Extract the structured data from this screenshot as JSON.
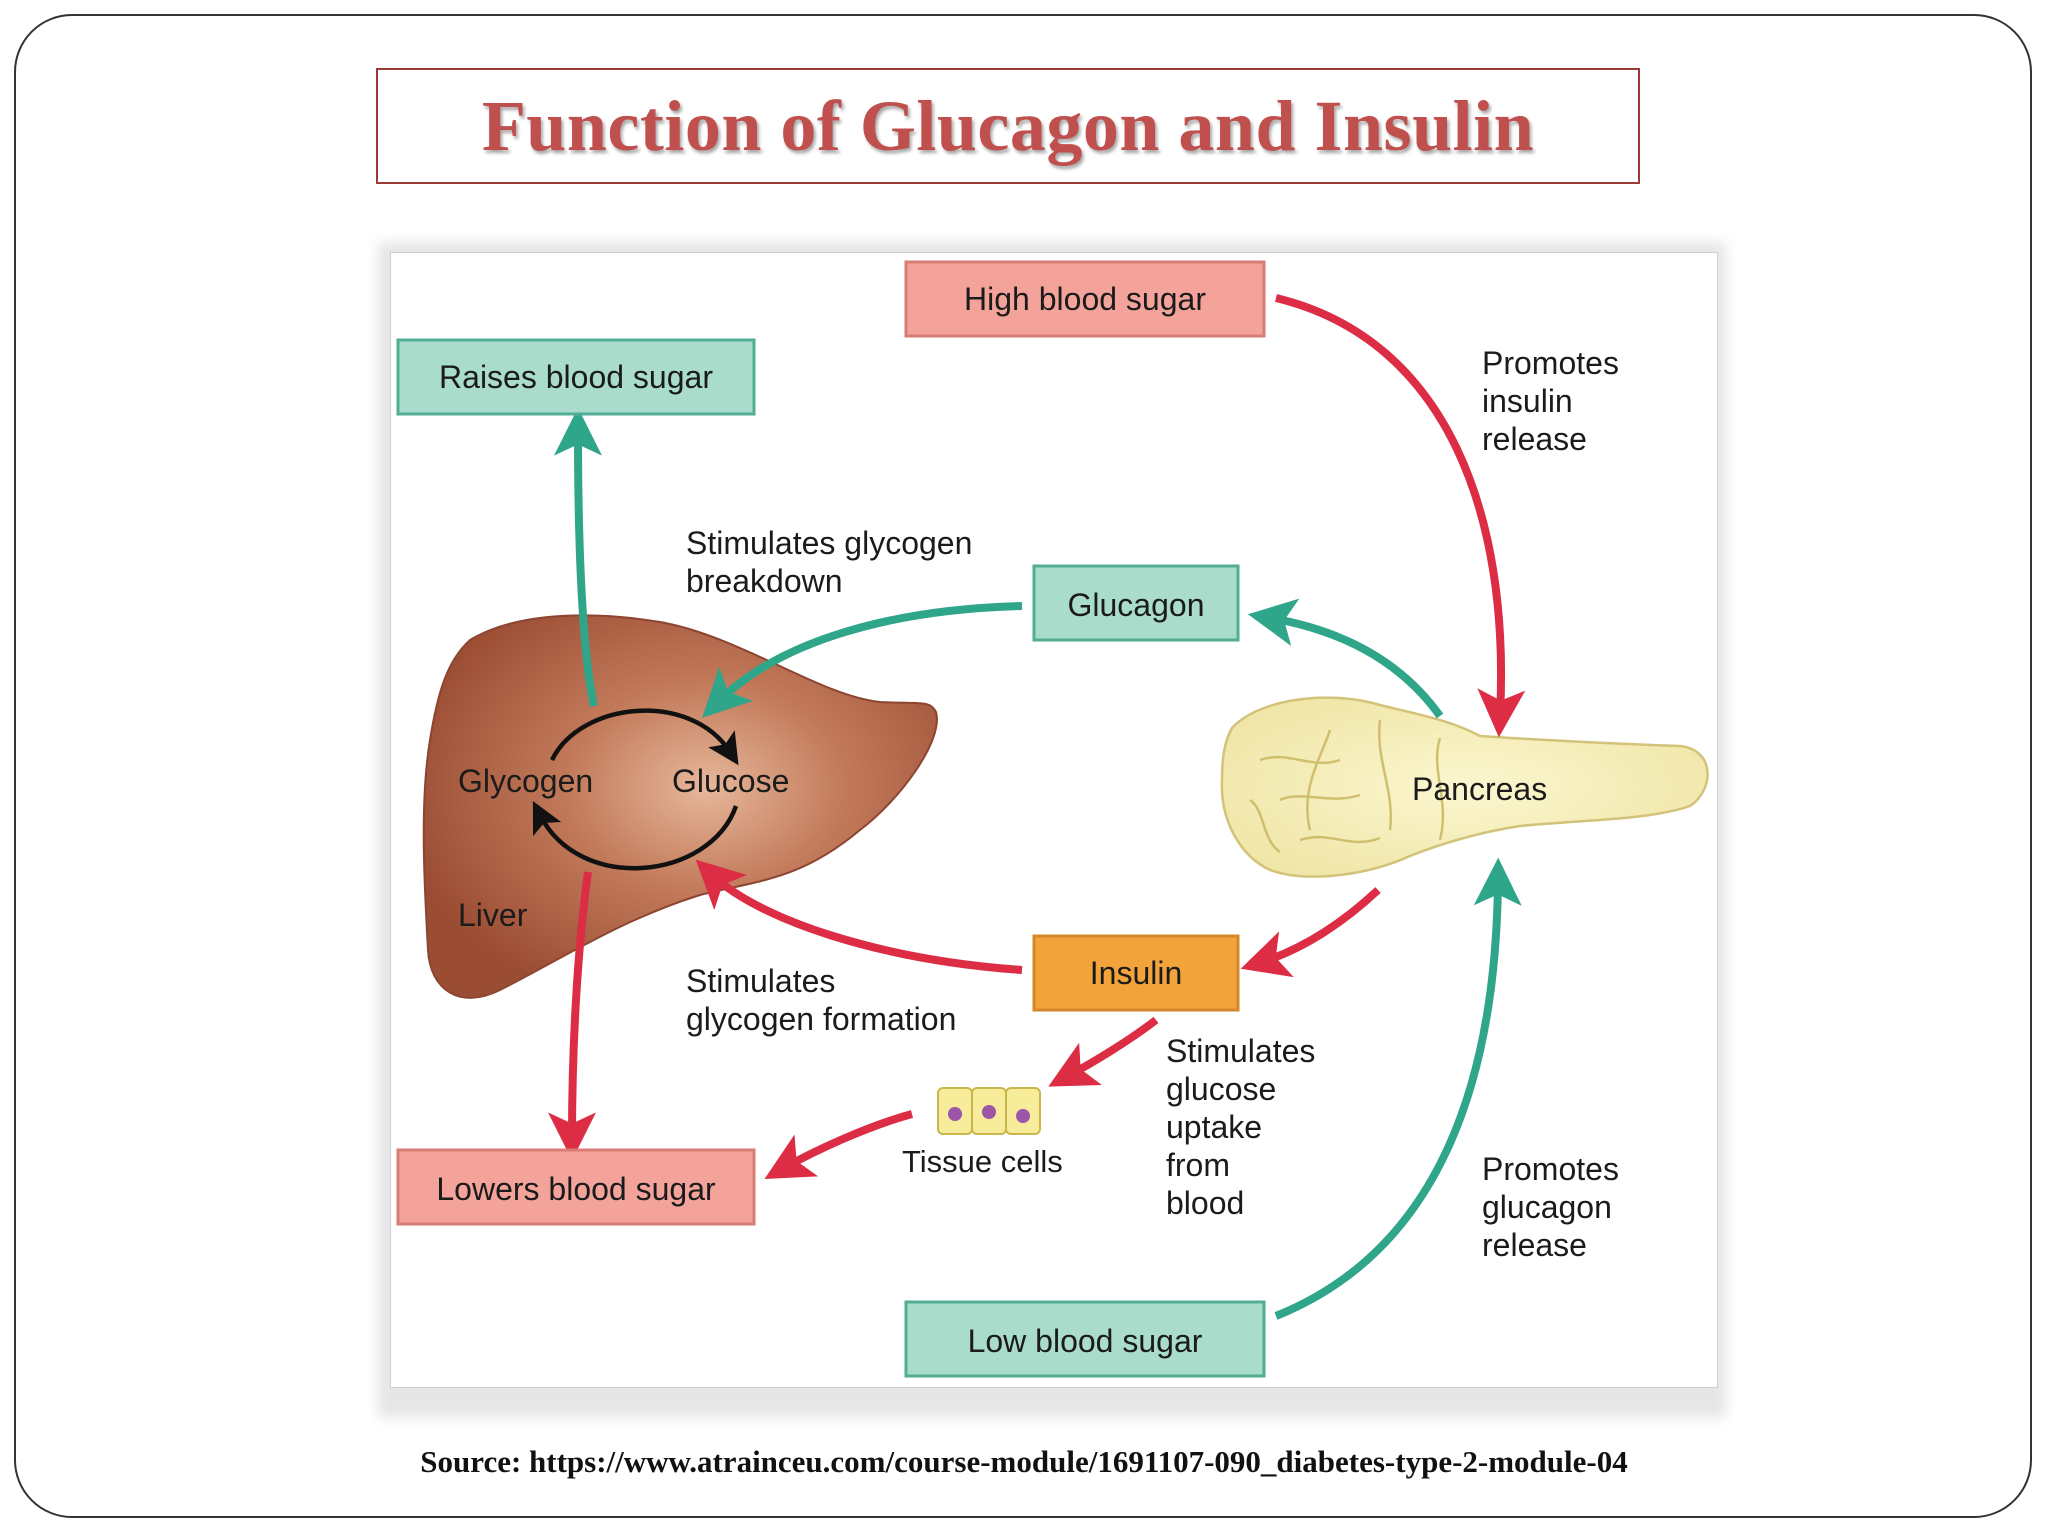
{
  "slide": {
    "title": "Function of Glucagon and Insulin",
    "source": "Source: https://www.atrainceu.com/course-module/1691107-090_diabetes-type-2-module-04"
  },
  "diagram": {
    "boxes": {
      "high_blood_sugar": "High blood sugar",
      "raises_blood_sugar": "Raises blood sugar",
      "glucagon": "Glucagon",
      "insulin": "Insulin",
      "lowers_blood_sugar": "Lowers blood sugar",
      "low_blood_sugar": "Low blood sugar"
    },
    "organs": {
      "liver": "Liver",
      "pancreas": "Pancreas",
      "glycogen": "Glycogen",
      "glucose": "Glucose",
      "tissue_cells": "Tissue cells"
    },
    "annotations": {
      "promotes_insulin_release": [
        "Promotes",
        "insulin",
        "release"
      ],
      "stimulates_glycogen_breakdown": [
        "Stimulates glycogen",
        "breakdown"
      ],
      "stimulates_glycogen_formation": [
        "Stimulates",
        "glycogen formation"
      ],
      "stimulates_glucose_uptake": [
        "Stimulates",
        "glucose",
        "uptake",
        "from",
        "blood"
      ],
      "promotes_glucagon_release": [
        "Promotes",
        "glucagon",
        "release"
      ]
    },
    "colors": {
      "red_box": "#f4a39b",
      "red_box_border": "#d97c74",
      "green_box": "#a9dccb",
      "green_box_border": "#4fae93",
      "insulin_box": "#f2a43a",
      "red_arrow": "#dc2d45",
      "green_arrow": "#2fa58a",
      "liver": "#a85a3e",
      "pancreas": "#f5eeb4"
    }
  }
}
